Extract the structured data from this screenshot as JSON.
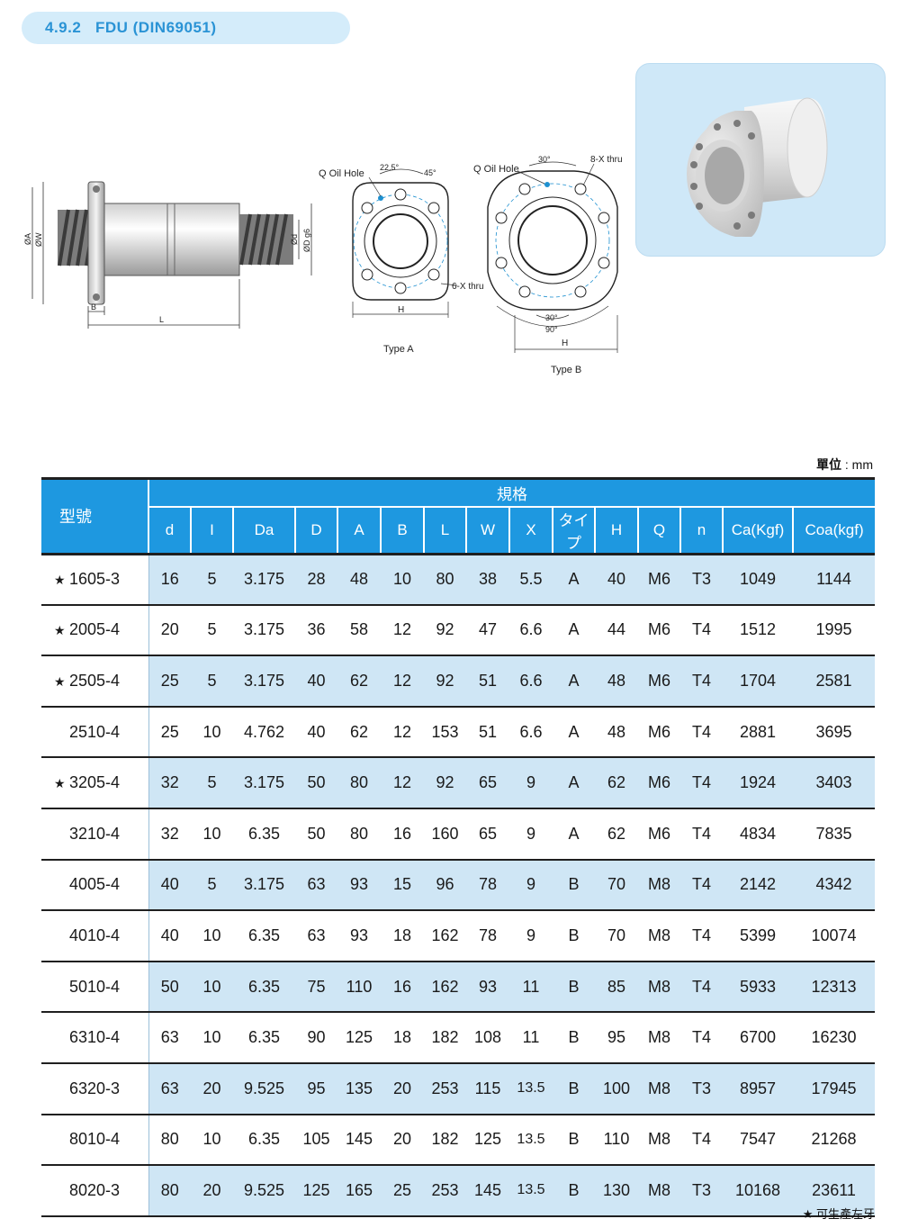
{
  "section": {
    "number": "4.9.2",
    "title": "FDU (DIN69051)"
  },
  "drawings": {
    "side": {
      "label_da": "ØA",
      "label_w": "ØW",
      "label_d": "Ød",
      "label_dg6": "ØD g6",
      "label_b": "B",
      "label_l": "L"
    },
    "type_a": {
      "caption": "Type A",
      "oil_hole": "Q Oil Hole",
      "angle1": "22.5°",
      "angle2": "45°",
      "thru": "6-X thru",
      "h": "H"
    },
    "type_b": {
      "caption": "Type B",
      "oil_hole": "Q Oil Hole",
      "angle_top": "30°",
      "thru": "8-X thru",
      "angle30": "30°",
      "angle90": "90°",
      "h": "H"
    }
  },
  "unit": {
    "label": "單位",
    "value": ": mm"
  },
  "table": {
    "model_header": "型號",
    "spec_header": "規格",
    "columns": [
      "d",
      "I",
      "Da",
      "D",
      "A",
      "B",
      "L",
      "W",
      "X",
      "タイプ",
      "H",
      "Q",
      "n",
      "Ca(Kgf)",
      "Coa(kgf)"
    ],
    "rows": [
      {
        "star": "★",
        "model": "1605-3",
        "values": [
          "16",
          "5",
          "3.175",
          "28",
          "48",
          "10",
          "80",
          "38",
          "5.5",
          "A",
          "40",
          "M6",
          "T3",
          "1049",
          "1144"
        ]
      },
      {
        "star": "★",
        "model": "2005-4",
        "values": [
          "20",
          "5",
          "3.175",
          "36",
          "58",
          "12",
          "92",
          "47",
          "6.6",
          "A",
          "44",
          "M6",
          "T4",
          "1512",
          "1995"
        ]
      },
      {
        "star": "★",
        "model": "2505-4",
        "values": [
          "25",
          "5",
          "3.175",
          "40",
          "62",
          "12",
          "92",
          "51",
          "6.6",
          "A",
          "48",
          "M6",
          "T4",
          "1704",
          "2581"
        ]
      },
      {
        "star": "",
        "model": "2510-4",
        "values": [
          "25",
          "10",
          "4.762",
          "40",
          "62",
          "12",
          "153",
          "51",
          "6.6",
          "A",
          "48",
          "M6",
          "T4",
          "2881",
          "3695"
        ]
      },
      {
        "star": "★",
        "model": "3205-4",
        "values": [
          "32",
          "5",
          "3.175",
          "50",
          "80",
          "12",
          "92",
          "65",
          "9",
          "A",
          "62",
          "M6",
          "T4",
          "1924",
          "3403"
        ]
      },
      {
        "star": "",
        "model": "3210-4",
        "values": [
          "32",
          "10",
          "6.35",
          "50",
          "80",
          "16",
          "160",
          "65",
          "9",
          "A",
          "62",
          "M6",
          "T4",
          "4834",
          "7835"
        ]
      },
      {
        "star": "",
        "model": "4005-4",
        "values": [
          "40",
          "5",
          "3.175",
          "63",
          "93",
          "15",
          "96",
          "78",
          "9",
          "B",
          "70",
          "M8",
          "T4",
          "2142",
          "4342"
        ]
      },
      {
        "star": "",
        "model": "4010-4",
        "values": [
          "40",
          "10",
          "6.35",
          "63",
          "93",
          "18",
          "162",
          "78",
          "9",
          "B",
          "70",
          "M8",
          "T4",
          "5399",
          "10074"
        ]
      },
      {
        "star": "",
        "model": "5010-4",
        "values": [
          "50",
          "10",
          "6.35",
          "75",
          "110",
          "16",
          "162",
          "93",
          "11",
          "B",
          "85",
          "M8",
          "T4",
          "5933",
          "12313"
        ]
      },
      {
        "star": "",
        "model": "6310-4",
        "values": [
          "63",
          "10",
          "6.35",
          "90",
          "125",
          "18",
          "182",
          "108",
          "11",
          "B",
          "95",
          "M8",
          "T4",
          "6700",
          "16230"
        ]
      },
      {
        "star": "",
        "model": "6320-3",
        "values": [
          "63",
          "20",
          "9.525",
          "95",
          "135",
          "20",
          "253",
          "115",
          "13.5",
          "B",
          "100",
          "M8",
          "T3",
          "8957",
          "17945"
        ]
      },
      {
        "star": "",
        "model": "8010-4",
        "values": [
          "80",
          "10",
          "6.35",
          "105",
          "145",
          "20",
          "182",
          "125",
          "13.5",
          "B",
          "110",
          "M8",
          "T4",
          "7547",
          "21268"
        ]
      },
      {
        "star": "",
        "model": "8020-3",
        "values": [
          "80",
          "20",
          "9.525",
          "125",
          "165",
          "25",
          "253",
          "145",
          "13.5",
          "B",
          "130",
          "M8",
          "T3",
          "10168",
          "23611"
        ]
      }
    ]
  },
  "footnote": "★ 可生產左牙",
  "colors": {
    "header_blue": "#1e98e0",
    "row_tint": "#cfe6f5",
    "pill_bg": "#d4ecfa",
    "pill_text": "#2a93d5"
  }
}
